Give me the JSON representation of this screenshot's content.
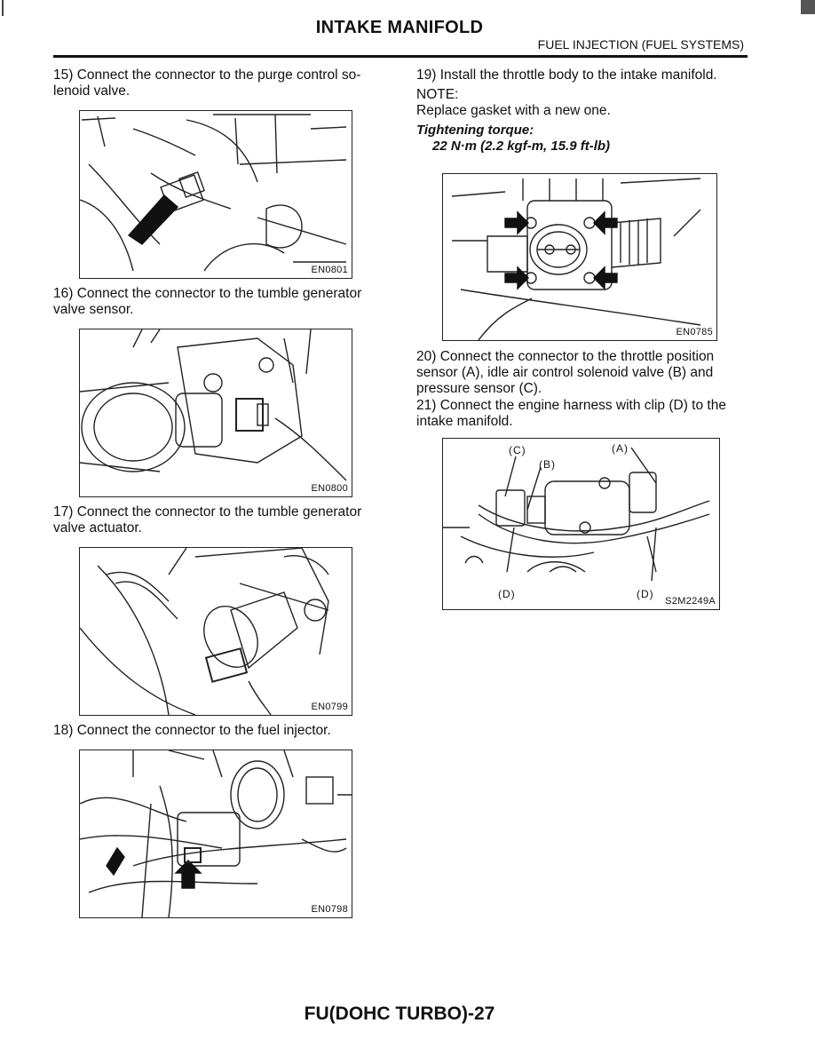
{
  "header": {
    "title": "INTAKE MANIFOLD",
    "section": "FUEL INJECTION (FUEL SYSTEMS)"
  },
  "left_column": {
    "step15": {
      "line1": "15) Connect the connector to the purge control so-",
      "line2": "lenoid valve.",
      "figure_code": "EN0801"
    },
    "step16": {
      "line1": "16) Connect the connector to the tumble generator",
      "line2": "valve sensor.",
      "figure_code": "EN0800"
    },
    "step17": {
      "line1": "17) Connect the connector to the tumble generator",
      "line2": "valve actuator.",
      "figure_code": "EN0799"
    },
    "step18": {
      "line1": "18) Connect the connector to the fuel injector.",
      "figure_code": "EN0798"
    }
  },
  "right_column": {
    "step19": {
      "line1": "19) Install the throttle body to the intake manifold.",
      "note_label": "NOTE:",
      "note_text": "Replace gasket with a new one.",
      "torque_label": "Tightening torque:",
      "torque_value": "22 N·m (2.2 kgf-m, 15.9 ft-lb)",
      "figure_code": "EN0785"
    },
    "step20": {
      "line1": "20) Connect the connector to the throttle position",
      "line2": "sensor (A), idle air control solenoid valve (B) and",
      "line3": "pressure sensor (C)."
    },
    "step21": {
      "line1": "21) Connect the engine harness with clip (D) to the",
      "line2": "intake manifold.",
      "figure_code": "S2M2249A",
      "callouts": {
        "c": "(C)",
        "a": "(A)",
        "b": "(B)",
        "d_left": "(D)",
        "d_right": "(D)"
      }
    }
  },
  "footer": {
    "page_id": "FU(DOHC TURBO)-27"
  }
}
